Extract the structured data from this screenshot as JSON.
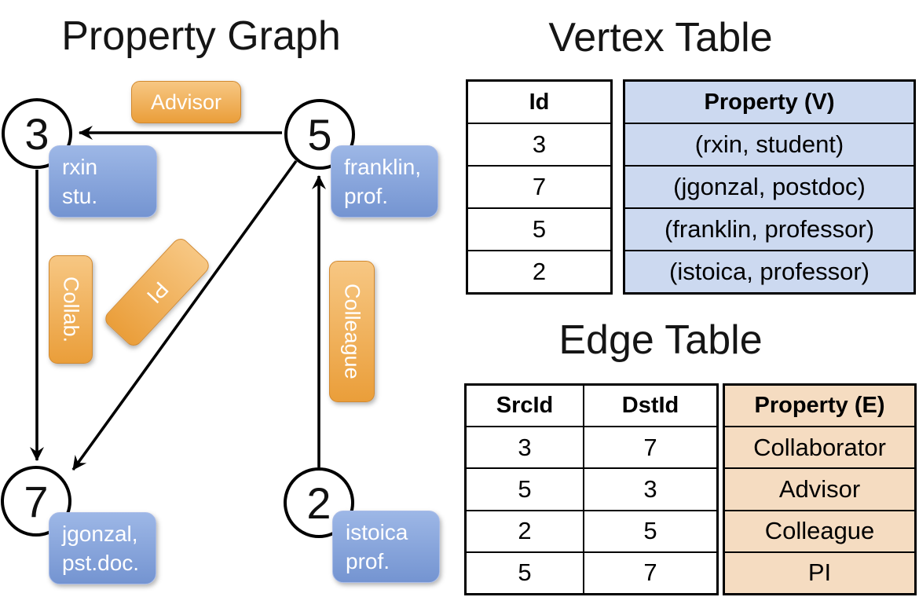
{
  "graph": {
    "title": "Property Graph",
    "nodes": [
      {
        "id": "3",
        "prop_lines": [
          "rxin",
          "stu."
        ]
      },
      {
        "id": "5",
        "prop_lines": [
          "franklin,",
          "prof."
        ]
      },
      {
        "id": "7",
        "prop_lines": [
          "jgonzal,",
          "pst.doc."
        ]
      },
      {
        "id": "2",
        "prop_lines": [
          "istoica",
          "prof."
        ]
      }
    ],
    "edges": [
      {
        "label": "Advisor",
        "from": "5",
        "to": "3"
      },
      {
        "label": "Collab.",
        "from": "3",
        "to": "7"
      },
      {
        "label": "PI",
        "from": "5",
        "to": "7"
      },
      {
        "label": "Colleague",
        "from": "2",
        "to": "5"
      }
    ]
  },
  "vertex_table": {
    "title": "Vertex Table",
    "columns": [
      "Id",
      "Property (V)"
    ],
    "rows": [
      [
        "3",
        "(rxin, student)"
      ],
      [
        "7",
        "(jgonzal, postdoc)"
      ],
      [
        "5",
        "(franklin, professor)"
      ],
      [
        "2",
        "(istoica, professor)"
      ]
    ]
  },
  "edge_table": {
    "title": "Edge Table",
    "columns": [
      "SrcId",
      "DstId",
      "Property (E)"
    ],
    "rows": [
      [
        "3",
        "7",
        "Collaborator"
      ],
      [
        "5",
        "3",
        "Advisor"
      ],
      [
        "2",
        "5",
        "Colleague"
      ],
      [
        "5",
        "7",
        "PI"
      ]
    ]
  },
  "colors": {
    "orange_light": "#f7c783",
    "orange_dark": "#ea9e3a",
    "orange_border": "#d2892f",
    "blue_light": "#9db7e6",
    "blue_dark": "#7494d1",
    "blue_border": "#a9bce8",
    "vertex_row_bg": "#ccd9f0",
    "edge_row_bg": "#f5dcc1",
    "line_color": "#000000"
  }
}
